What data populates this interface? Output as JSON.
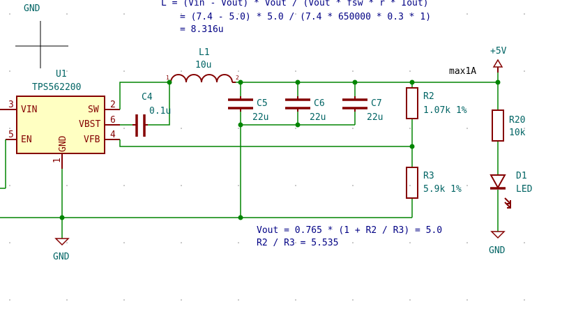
{
  "formula": {
    "line1": "L = (Vin - Vout) * Vout / (Vout * fsw * r * Iout)",
    "line2": "= (7.4 - 5.0) * 5.0 / (7.4 * 650000 * 0.3  * 1)",
    "line3": "= 8.316u"
  },
  "gnd_topleft": "GND",
  "u1": {
    "ref": "U1",
    "value": "TPS562200",
    "pins": {
      "vin": "VIN",
      "en": "EN",
      "sw": "SW",
      "vbst": "VBST",
      "vfb": "VFB",
      "gnd": "GND",
      "n3": "3",
      "n5": "5",
      "n2": "2",
      "n6": "6",
      "n4": "4",
      "n1": "1"
    }
  },
  "l1": {
    "ref": "L1",
    "value": "10u",
    "pin1": "1",
    "pin2": "2"
  },
  "c4": {
    "ref": "C4",
    "value": "0.1u"
  },
  "c5": {
    "ref": "C5",
    "value": "22u"
  },
  "c6": {
    "ref": "C6",
    "value": "22u"
  },
  "c7": {
    "ref": "C7",
    "value": "22u"
  },
  "r2": {
    "ref": "R2",
    "value": "1.07k 1%"
  },
  "r3": {
    "ref": "R3",
    "value": "5.9k 1%"
  },
  "r20": {
    "ref": "R20",
    "value": "10k"
  },
  "d1": {
    "ref": "D1",
    "value": "LED"
  },
  "power": {
    "plus5v": "+5V",
    "net_label": "max1A"
  },
  "gnd_bottom_left": "GND",
  "gnd_bottom_right": "GND",
  "note_vout": {
    "line1": "Vout = 0.765 * (1 + R2 / R3) = 5.0",
    "line2": "R2 / R3 = 5.535"
  }
}
